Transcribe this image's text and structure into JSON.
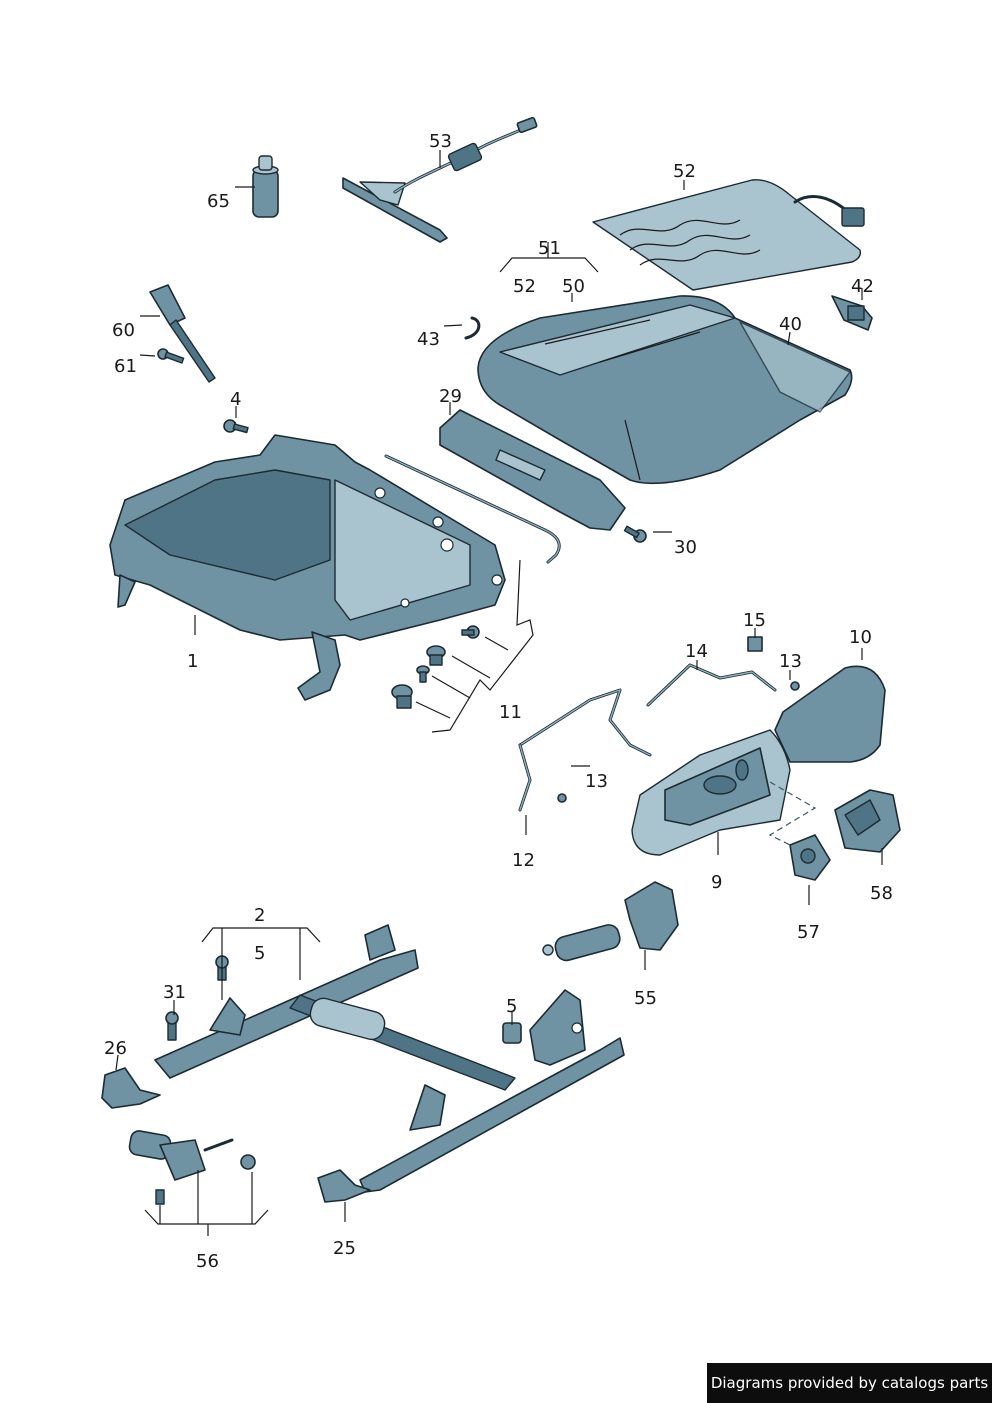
{
  "callouts": {
    "c1": "1",
    "c2": "2",
    "c4": "4",
    "c5a": "5",
    "c5b": "5",
    "c9": "9",
    "c10": "10",
    "c11": "11",
    "c12": "12",
    "c13a": "13",
    "c13b": "13",
    "c14": "14",
    "c15": "15",
    "c25": "25",
    "c26": "26",
    "c29": "29",
    "c30": "30",
    "c31": "31",
    "c40": "40",
    "c42": "42",
    "c43": "43",
    "c50": "50",
    "c51": "51",
    "c52a": "52",
    "c52b": "52",
    "c53": "53",
    "c55": "55",
    "c56": "56",
    "c57": "57",
    "c58": "58",
    "c60": "60",
    "c61": "61",
    "c65": "65"
  },
  "footer": {
    "text": "Diagrams provided by catalogs parts",
    "background": "#0d0d0d",
    "color": "#ffffff"
  },
  "colors": {
    "part_fill": "#6f93a3",
    "part_light": "#a9c3cf",
    "outline": "#1c2b33"
  }
}
